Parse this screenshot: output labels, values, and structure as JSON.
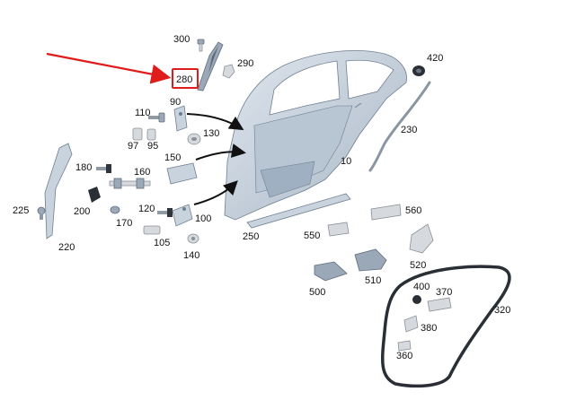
{
  "diagram": {
    "highlighted_part": "280",
    "accent_color": "#e01b1b",
    "parts": [
      {
        "id": "300"
      },
      {
        "id": "290"
      },
      {
        "id": "280"
      },
      {
        "id": "420"
      },
      {
        "id": "90"
      },
      {
        "id": "110"
      },
      {
        "id": "130"
      },
      {
        "id": "97"
      },
      {
        "id": "95"
      },
      {
        "id": "230"
      },
      {
        "id": "150"
      },
      {
        "id": "10"
      },
      {
        "id": "180"
      },
      {
        "id": "160"
      },
      {
        "id": "200"
      },
      {
        "id": "225"
      },
      {
        "id": "170"
      },
      {
        "id": "120"
      },
      {
        "id": "100"
      },
      {
        "id": "560"
      },
      {
        "id": "250"
      },
      {
        "id": "550"
      },
      {
        "id": "105"
      },
      {
        "id": "220"
      },
      {
        "id": "140"
      },
      {
        "id": "520"
      },
      {
        "id": "500"
      },
      {
        "id": "510"
      },
      {
        "id": "400"
      },
      {
        "id": "370"
      },
      {
        "id": "320"
      },
      {
        "id": "380"
      },
      {
        "id": "360"
      }
    ]
  }
}
